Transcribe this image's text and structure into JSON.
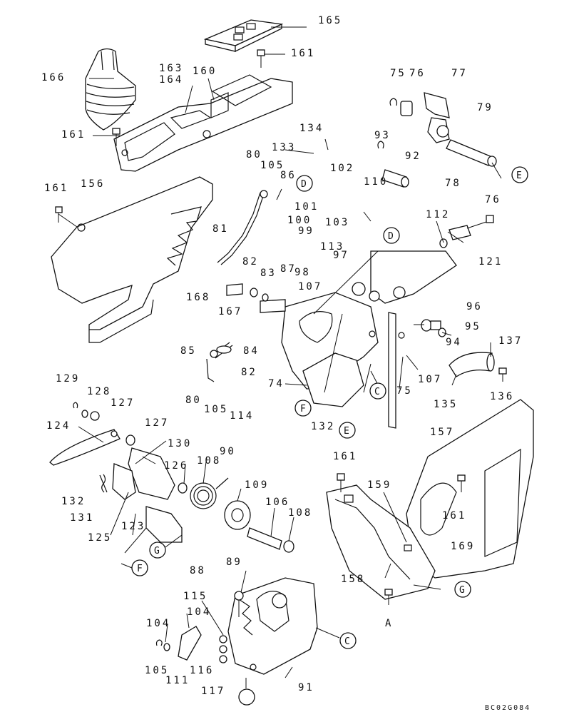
{
  "diagram": {
    "drawing_code": "BC02G084",
    "part_numbers": [
      "165",
      "161",
      "166",
      "163",
      "164",
      "160",
      "161",
      "75",
      "76",
      "77",
      "79",
      "134",
      "93",
      "133",
      "92",
      "80",
      "105",
      "86",
      "102",
      "D",
      "110",
      "161",
      "156",
      "101",
      "103",
      "E",
      "78",
      "76",
      "112",
      "81",
      "100",
      "99",
      "113",
      "97",
      "D",
      "121",
      "98",
      "82",
      "83",
      "87",
      "168",
      "107",
      "167",
      "96",
      "95",
      "137",
      "85",
      "84",
      "94",
      "82",
      "74",
      "107",
      "136",
      "75",
      "129",
      "128",
      "127",
      "80",
      "105",
      "114",
      "C",
      "135",
      "F",
      "124",
      "127",
      "132",
      "E",
      "157",
      "130",
      "90",
      "108",
      "126",
      "161",
      "159",
      "109",
      "132",
      "106",
      "108",
      "161",
      "131",
      "123",
      "125",
      "169",
      "G",
      "F",
      "88",
      "89",
      "158",
      "G",
      "115",
      "104",
      "104",
      "C",
      "105",
      "111",
      "116",
      "117",
      "91",
      "A"
    ],
    "callout_letters": [
      "D",
      "D",
      "E",
      "E",
      "C",
      "C",
      "F",
      "F",
      "G",
      "G",
      "A"
    ]
  }
}
